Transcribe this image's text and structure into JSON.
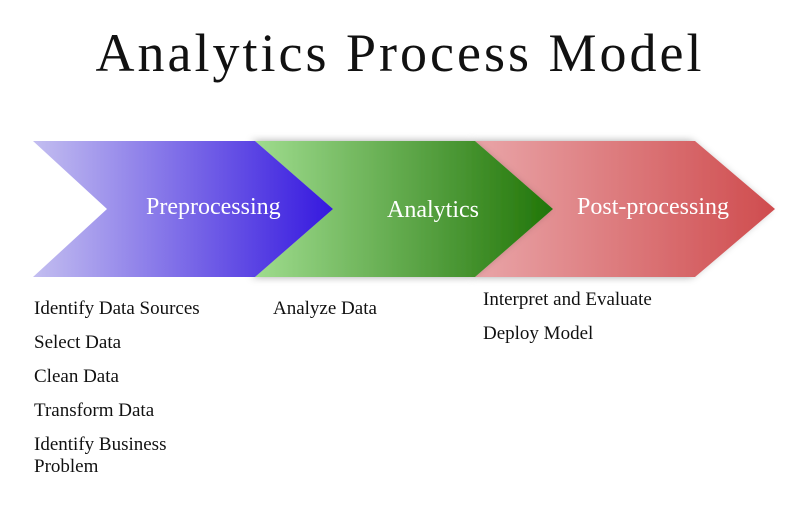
{
  "title": "Analytics Process Model",
  "stages": [
    {
      "label": "Preprocessing",
      "color_from": "#c3bef0",
      "color_to": "#3518df",
      "items": [
        "Identify Data Sources",
        "Select Data",
        "Clean Data",
        "Transform Data",
        "Identify Business Problem"
      ]
    },
    {
      "label": "Analytics",
      "color_from": "#9fdc8e",
      "color_to": "#217508",
      "items": [
        "Analyze Data"
      ]
    },
    {
      "label": "Post-processing",
      "color_from": "#e9a5a8",
      "color_to": "#cf4c4e",
      "items": [
        "Interpret and Evaluate",
        "Deploy Model"
      ]
    }
  ]
}
